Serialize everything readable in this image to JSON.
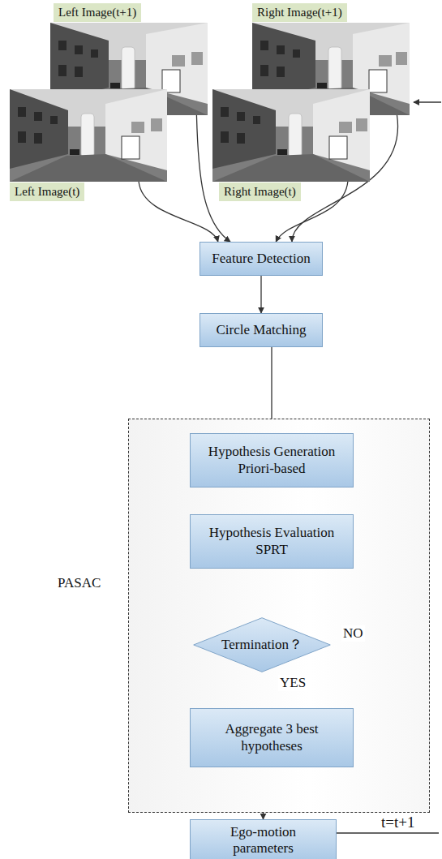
{
  "diagram": {
    "nodes": [
      {
        "text": [
          "Left Image(t+1)"
        ]
      },
      {
        "text": [
          "Right Image(t+1)"
        ]
      },
      {
        "text": [
          "Left Image(t)"
        ]
      },
      {
        "text": [
          "Right Image(t)"
        ]
      },
      {
        "text": [
          "Feature Detection"
        ]
      },
      {
        "text": [
          "Circle Matching"
        ]
      },
      {
        "text": [
          "PASAC"
        ]
      },
      {
        "text": [
          "Hypothesis Generation Priori-based"
        ],
        "in": 6
      },
      {
        "text": [
          "Hypothesis Evaluation SPRT"
        ],
        "in": 6
      },
      {
        "text": [
          "Termination？"
        ],
        "in": 6
      },
      {
        "text": [
          "Aggregate 3 best hypotheses"
        ],
        "in": 6
      },
      {
        "text": [
          "Ego-motion parameters"
        ]
      }
    ],
    "edges": [
      {
        "from": 0,
        "to": 4,
        "arrow": "to"
      },
      {
        "from": 1,
        "to": 4,
        "arrow": "to"
      },
      {
        "from": 2,
        "to": 4,
        "arrow": "to"
      },
      {
        "from": 3,
        "to": 4,
        "arrow": "to"
      },
      {
        "from": 4,
        "to": 5,
        "arrow": "to"
      },
      {
        "from": 5,
        "to": 7,
        "arrow": "to"
      },
      {
        "from": 7,
        "to": 8,
        "arrow": "to"
      },
      {
        "from": 8,
        "to": 9,
        "arrow": "to"
      },
      {
        "from": 9,
        "to": 7,
        "label": "NO",
        "arrow": "to"
      },
      {
        "from": 9,
        "to": 10,
        "label": "YES",
        "arrow": "to"
      },
      {
        "from": 10,
        "to": 11,
        "arrow": "to"
      }
    ],
    "labels": [
      "t=t+1"
    ]
  }
}
